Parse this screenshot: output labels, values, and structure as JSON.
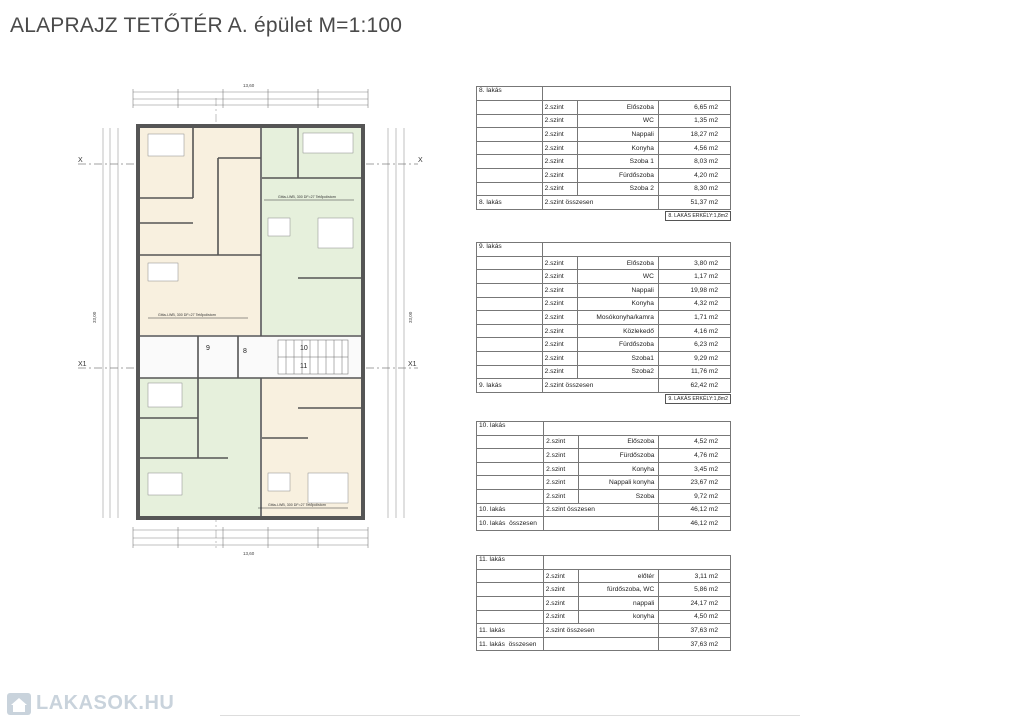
{
  "title": "ALAPRAJZ TETŐTÉR  A. épület M=1:100",
  "axes": {
    "x": "X",
    "x1": "X1"
  },
  "plan_labels": {
    "top_dim": "13,60",
    "bottom_dim": "13,60",
    "left_dim": "33,00",
    "right_dim": "33,00",
    "note_1": "Gitta-I-WB, 300 DF=27 Tetőpolistorn",
    "note_2": "Gitta-I-WB, 300 DF=27 Tetőpolistorn",
    "note_3": "Gitta-I-WB, 300 DF=27 Tetőpolistorn",
    "apt_8": "8",
    "apt_9": "9",
    "apt_10": "10",
    "apt_11": "11"
  },
  "apartments": [
    {
      "name": "8. lakás",
      "rows": [
        {
          "floor": "2.szint",
          "room": "Előszoba",
          "area": "6,65 m2"
        },
        {
          "floor": "2.szint",
          "room": "WC",
          "area": "1,35 m2"
        },
        {
          "floor": "2.szint",
          "room": "Nappali",
          "area": "18,27 m2"
        },
        {
          "floor": "2.szint",
          "room": "Konyha",
          "area": "4,56 m2"
        },
        {
          "floor": "2.szint",
          "room": "Szoba 1",
          "area": "8,03 m2"
        },
        {
          "floor": "2.szint",
          "room": "Fürdőszoba",
          "area": "4,20 m2"
        },
        {
          "floor": "2.szint",
          "room": "Szoba 2",
          "area": "8,30 m2"
        }
      ],
      "sum_label": "8. lakás",
      "sum_floor": "2.szint összesen",
      "sum_area": "51,37 m2",
      "balcony": "8. LAKÁS ERKÉLY:1,8m2"
    },
    {
      "name": "9. lakás",
      "rows": [
        {
          "floor": "2.szint",
          "room": "Előszoba",
          "area": "3,80 m2"
        },
        {
          "floor": "2.szint",
          "room": "WC",
          "area": "1,17 m2"
        },
        {
          "floor": "2.szint",
          "room": "Nappali",
          "area": "19,98 m2"
        },
        {
          "floor": "2.szint",
          "room": "Konyha",
          "area": "4,32 m2"
        },
        {
          "floor": "2.szint",
          "room": "Mosókonyha/kamra",
          "area": "1,71 m2"
        },
        {
          "floor": "2.szint",
          "room": "Közlekedő",
          "area": "4,16 m2"
        },
        {
          "floor": "2.szint",
          "room": "Fürdőszoba",
          "area": "6,23 m2"
        },
        {
          "floor": "2.szint",
          "room": "Szoba1",
          "area": "9,29 m2"
        },
        {
          "floor": "2.szint",
          "room": "Szoba2",
          "area": "11,76 m2"
        }
      ],
      "sum_label": "9. lakás",
      "sum_floor": "2.szint összesen",
      "sum_area": "62,42 m2",
      "balcony": "9. LAKÁS ERKÉLY:1,8m2"
    },
    {
      "name": "10. lakás",
      "rows": [
        {
          "floor": "2.szint",
          "room": "Előszoba",
          "area": "4,52 m2"
        },
        {
          "floor": "2.szint",
          "room": "Fürdőszoba",
          "area": "4,76 m2"
        },
        {
          "floor": "2.szint",
          "room": "Konyha",
          "area": "3,45 m2"
        },
        {
          "floor": "2.szint",
          "room": "Nappali konyha",
          "area": "23,67 m2"
        },
        {
          "floor": "2.szint",
          "room": "Szoba",
          "area": "9,72 m2"
        }
      ],
      "sum_label": "10. lakás",
      "sum_floor": "2.szint összesen",
      "sum_area": "46,12 m2",
      "total_label": "10. lakás",
      "total_word": "összesen",
      "total_area": "46,12 m2"
    },
    {
      "name": "11. lakás",
      "rows": [
        {
          "floor": "2.szint",
          "room": "előtér",
          "area": "3,11 m2"
        },
        {
          "floor": "2.szint",
          "room": "fürdőszoba, WC",
          "area": "5,86 m2"
        },
        {
          "floor": "2.szint",
          "room": "nappali",
          "area": "24,17 m2"
        },
        {
          "floor": "2.szint",
          "room": "konyha",
          "area": "4,50 m2"
        }
      ],
      "sum_label": "11. lakás",
      "sum_floor": "2.szint összesen",
      "sum_area": "37,63 m2",
      "total_label": "11. lakás",
      "total_word": "összesen",
      "total_area": "37,63 m2"
    }
  ],
  "logo": {
    "text": "LAKASOK.HU",
    "icon": "house-icon"
  }
}
